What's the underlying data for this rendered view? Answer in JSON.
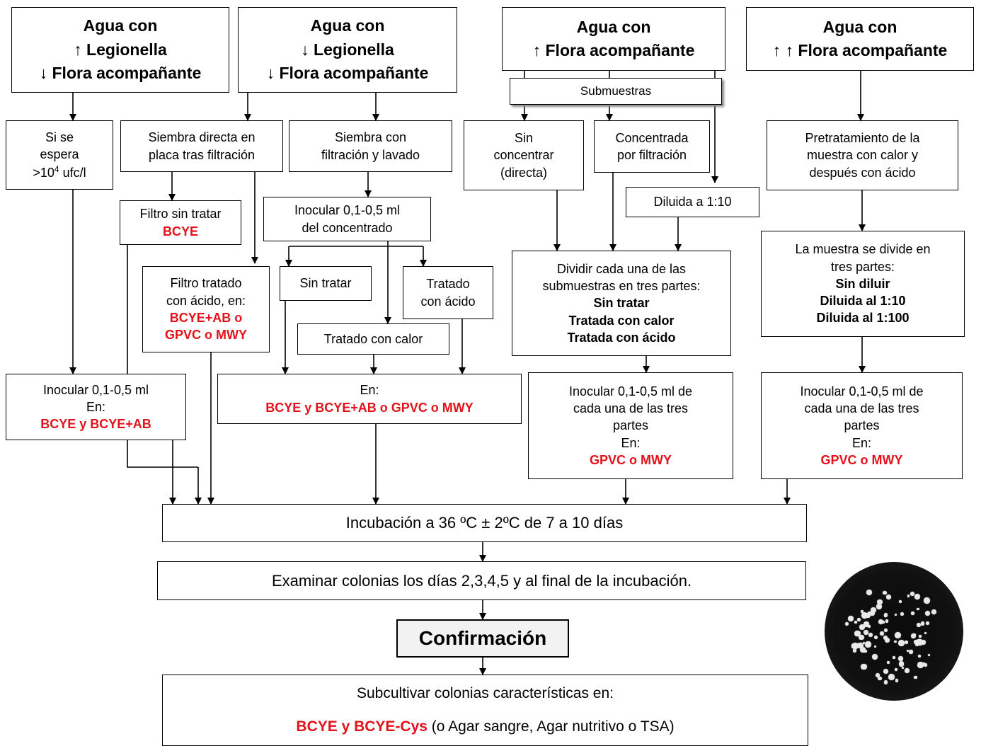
{
  "headers": {
    "h1": {
      "l1": "Agua con",
      "l2": "↑ Legionella",
      "l3": "↓ Flora acompañante"
    },
    "h2": {
      "l1": "Agua con",
      "l2": "↓ Legionella",
      "l3": "↓ Flora acompañante"
    },
    "h3": {
      "l1": "Agua con",
      "l2": "↑ Flora acompañante"
    },
    "h4": {
      "l1": "Agua con",
      "l2": "↑ ↑ Flora acompañante"
    }
  },
  "col1": {
    "si_se": {
      "l1": "Si se",
      "l2": "espera",
      "l3_pre": ">10",
      "l3_sup": "4",
      "l3_post": " ufc/l"
    },
    "inocular": {
      "l1": "Inocular 0,1-0,5 ml",
      "l2": "En:",
      "l3": "BCYE y BCYE+AB"
    }
  },
  "col2": {
    "siembra_directa": {
      "l1": "Siembra directa en",
      "l2": "placa tras filtración"
    },
    "filtro_sin": {
      "l1": "Filtro sin tratar",
      "l2": "BCYE"
    },
    "filtro_tratado": {
      "l1": "Filtro tratado",
      "l2": "con ácido, en:",
      "l3": "BCYE+AB o",
      "l4": "GPVC o MWY"
    }
  },
  "col3": {
    "siembra_filtracion": {
      "l1": "Siembra con",
      "l2": "filtración y lavado"
    },
    "inocular_conc": {
      "l1": "Inocular 0,1-0,5 ml",
      "l2": "del concentrado"
    },
    "sin_tratar": "Sin tratar",
    "tratado_acido": {
      "l1": "Tratado",
      "l2": "con ácido"
    },
    "tratado_calor": "Tratado con calor",
    "en_box": {
      "l1": "En:",
      "l2": "BCYE y BCYE+AB o GPVC o MWY"
    }
  },
  "col4": {
    "submuestras": "Submuestras",
    "sin_concentrar": {
      "l1": "Sin",
      "l2": "concentrar",
      "l3": "(directa)"
    },
    "concentrada": {
      "l1": "Concentrada",
      "l2": "por filtración"
    },
    "diluida": "Diluida a 1:10",
    "dividir": {
      "l1": "Dividir cada una de las",
      "l2": "submuestras en tres partes:",
      "l3": "Sin tratar",
      "l4": "Tratada con calor",
      "l5": "Tratada con ácido"
    },
    "inocular": {
      "l1": "Inocular 0,1-0,5 ml de",
      "l2": "cada una de las tres",
      "l3": "partes",
      "l4": "En:",
      "l5": "GPVC o MWY"
    }
  },
  "col5": {
    "pretratamiento": {
      "l1": "Pretratamiento de la",
      "l2": "muestra con calor y",
      "l3": "después con ácido"
    },
    "divide": {
      "l1": "La muestra se divide en",
      "l2": "tres partes:",
      "l3": "Sin diluir",
      "l4": "Diluida al 1:10",
      "l5": "Diluida al 1:100"
    },
    "inocular": {
      "l1": "Inocular 0,1-0,5 ml de",
      "l2": "cada una de las tres",
      "l3": "partes",
      "l4": "En:",
      "l5": "GPVC o MWY"
    }
  },
  "bottom": {
    "incubacion": "Incubación a 36 ºC ± 2ºC  de 7 a 10 días",
    "examinar": "Examinar colonias los días 2,3,4,5 y al final de la incubación.",
    "confirmacion": "Confirmación",
    "subcultivar": {
      "l1": "Subcultivar colonias características en:",
      "l2_red": "BCYE y BCYE-Cys",
      "l2_rest": " (o Agar sangre, Agar nutritivo o TSA)"
    }
  },
  "colors": {
    "accent_red": "#e3121b",
    "border": "#000000"
  },
  "image": {
    "icon": "petri-dish-photo"
  }
}
